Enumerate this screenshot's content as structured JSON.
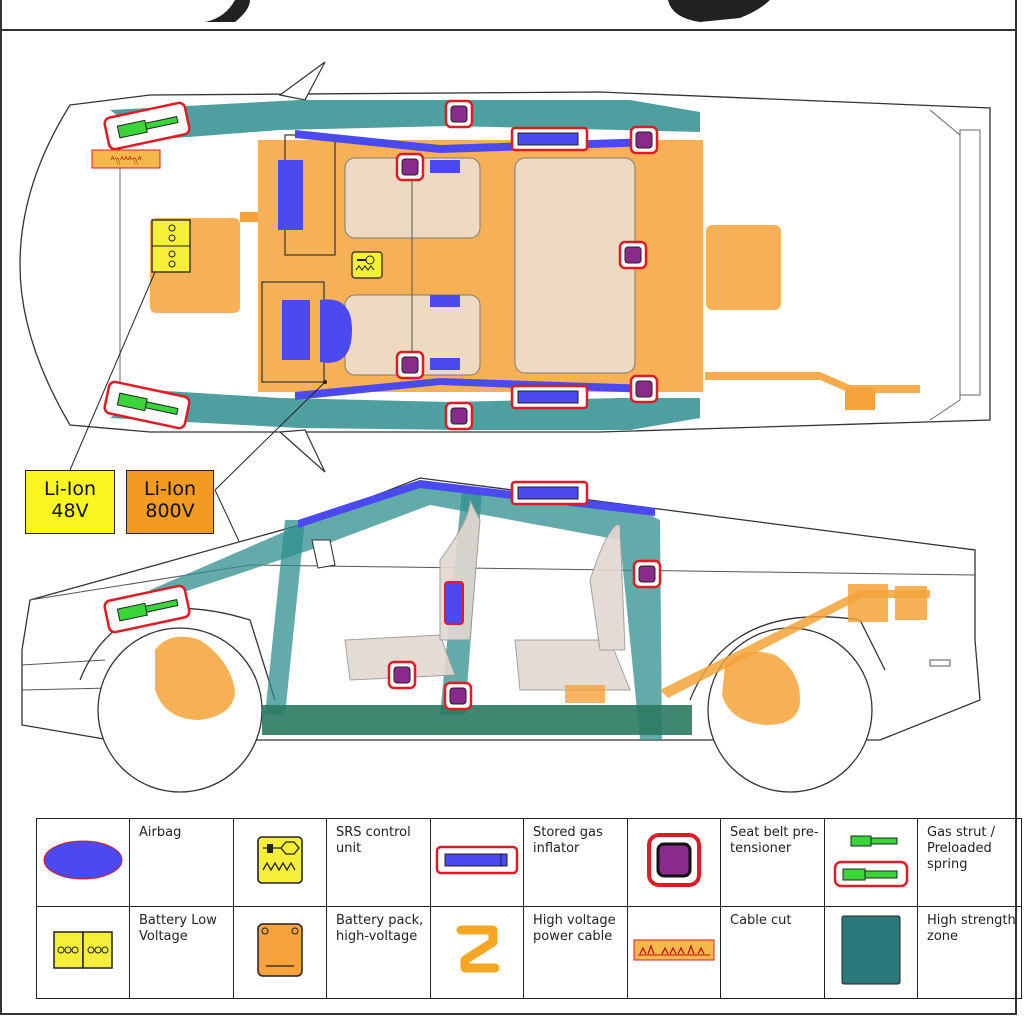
{
  "labels": {
    "li_ion_48v": "Li-Ion\n48V",
    "li_ion_800v": "Li-Ion\n800V"
  },
  "legend": {
    "airbag": "Airbag",
    "srs_control_unit": "SRS control unit",
    "stored_gas_inflator": "Stored gas inflator",
    "seat_belt_pretensioner": "Seat belt pre-tensioner",
    "gas_strut": "Gas strut / Preloaded spring",
    "battery_low_voltage": "Battery Low Voltage",
    "battery_pack_high_voltage": "Battery pack, high-voltage",
    "high_voltage_power_cable": "High voltage power cable",
    "cable_cut": "Cable cut",
    "high_strength_zone": "High strength zone"
  },
  "colors": {
    "airbag": "#4a4af0",
    "high_strength": "#2f8f8f",
    "battery_high": "#f5a33a",
    "battery_low": "#f5ef3a",
    "gas_strut": "#39d639",
    "pretensioner": "#8a2a8a",
    "highlight_red": "#e01b24",
    "cable_cut_fill": "#f5b84a"
  }
}
